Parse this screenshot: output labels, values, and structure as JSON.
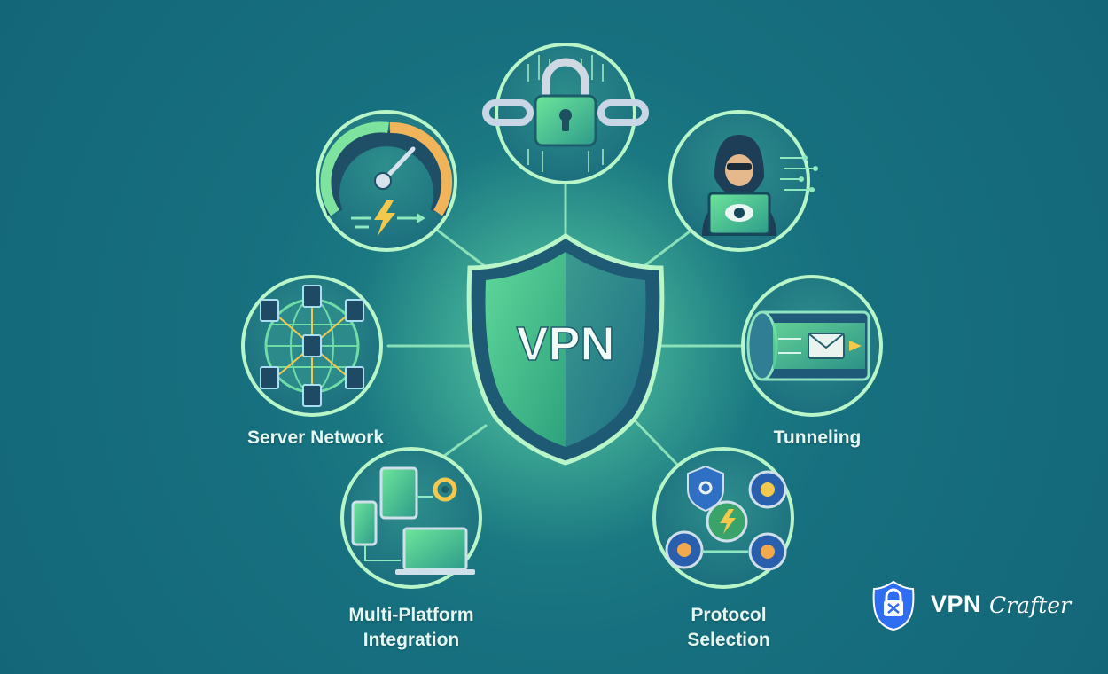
{
  "center": {
    "text": "VPN"
  },
  "features": [
    {
      "id": "encryption",
      "label": "",
      "icon": "padlock-chain-icon"
    },
    {
      "id": "speed",
      "label": "",
      "icon": "speedometer-icon"
    },
    {
      "id": "privacy",
      "label": "",
      "icon": "hooded-figure-eye-icon"
    },
    {
      "id": "server-network",
      "label": "Server Network",
      "icon": "server-globe-icon"
    },
    {
      "id": "tunneling",
      "label": "Tunneling",
      "icon": "tunnel-envelope-icon"
    },
    {
      "id": "multi-platform",
      "label": "Multi-Platform",
      "label2": "Integration",
      "icon": "devices-icon"
    },
    {
      "id": "protocol",
      "label": "Protocol",
      "label2": "Selection",
      "icon": "gears-icon"
    }
  ],
  "brand": {
    "word": "VPN",
    "script": "Crafter",
    "icon": "shield-lock-tools-icon"
  },
  "colors": {
    "background": "#16707f",
    "accent": "#8ff0a8",
    "ring": "#b8f5c8",
    "brand_badge": "#2f6df2"
  }
}
